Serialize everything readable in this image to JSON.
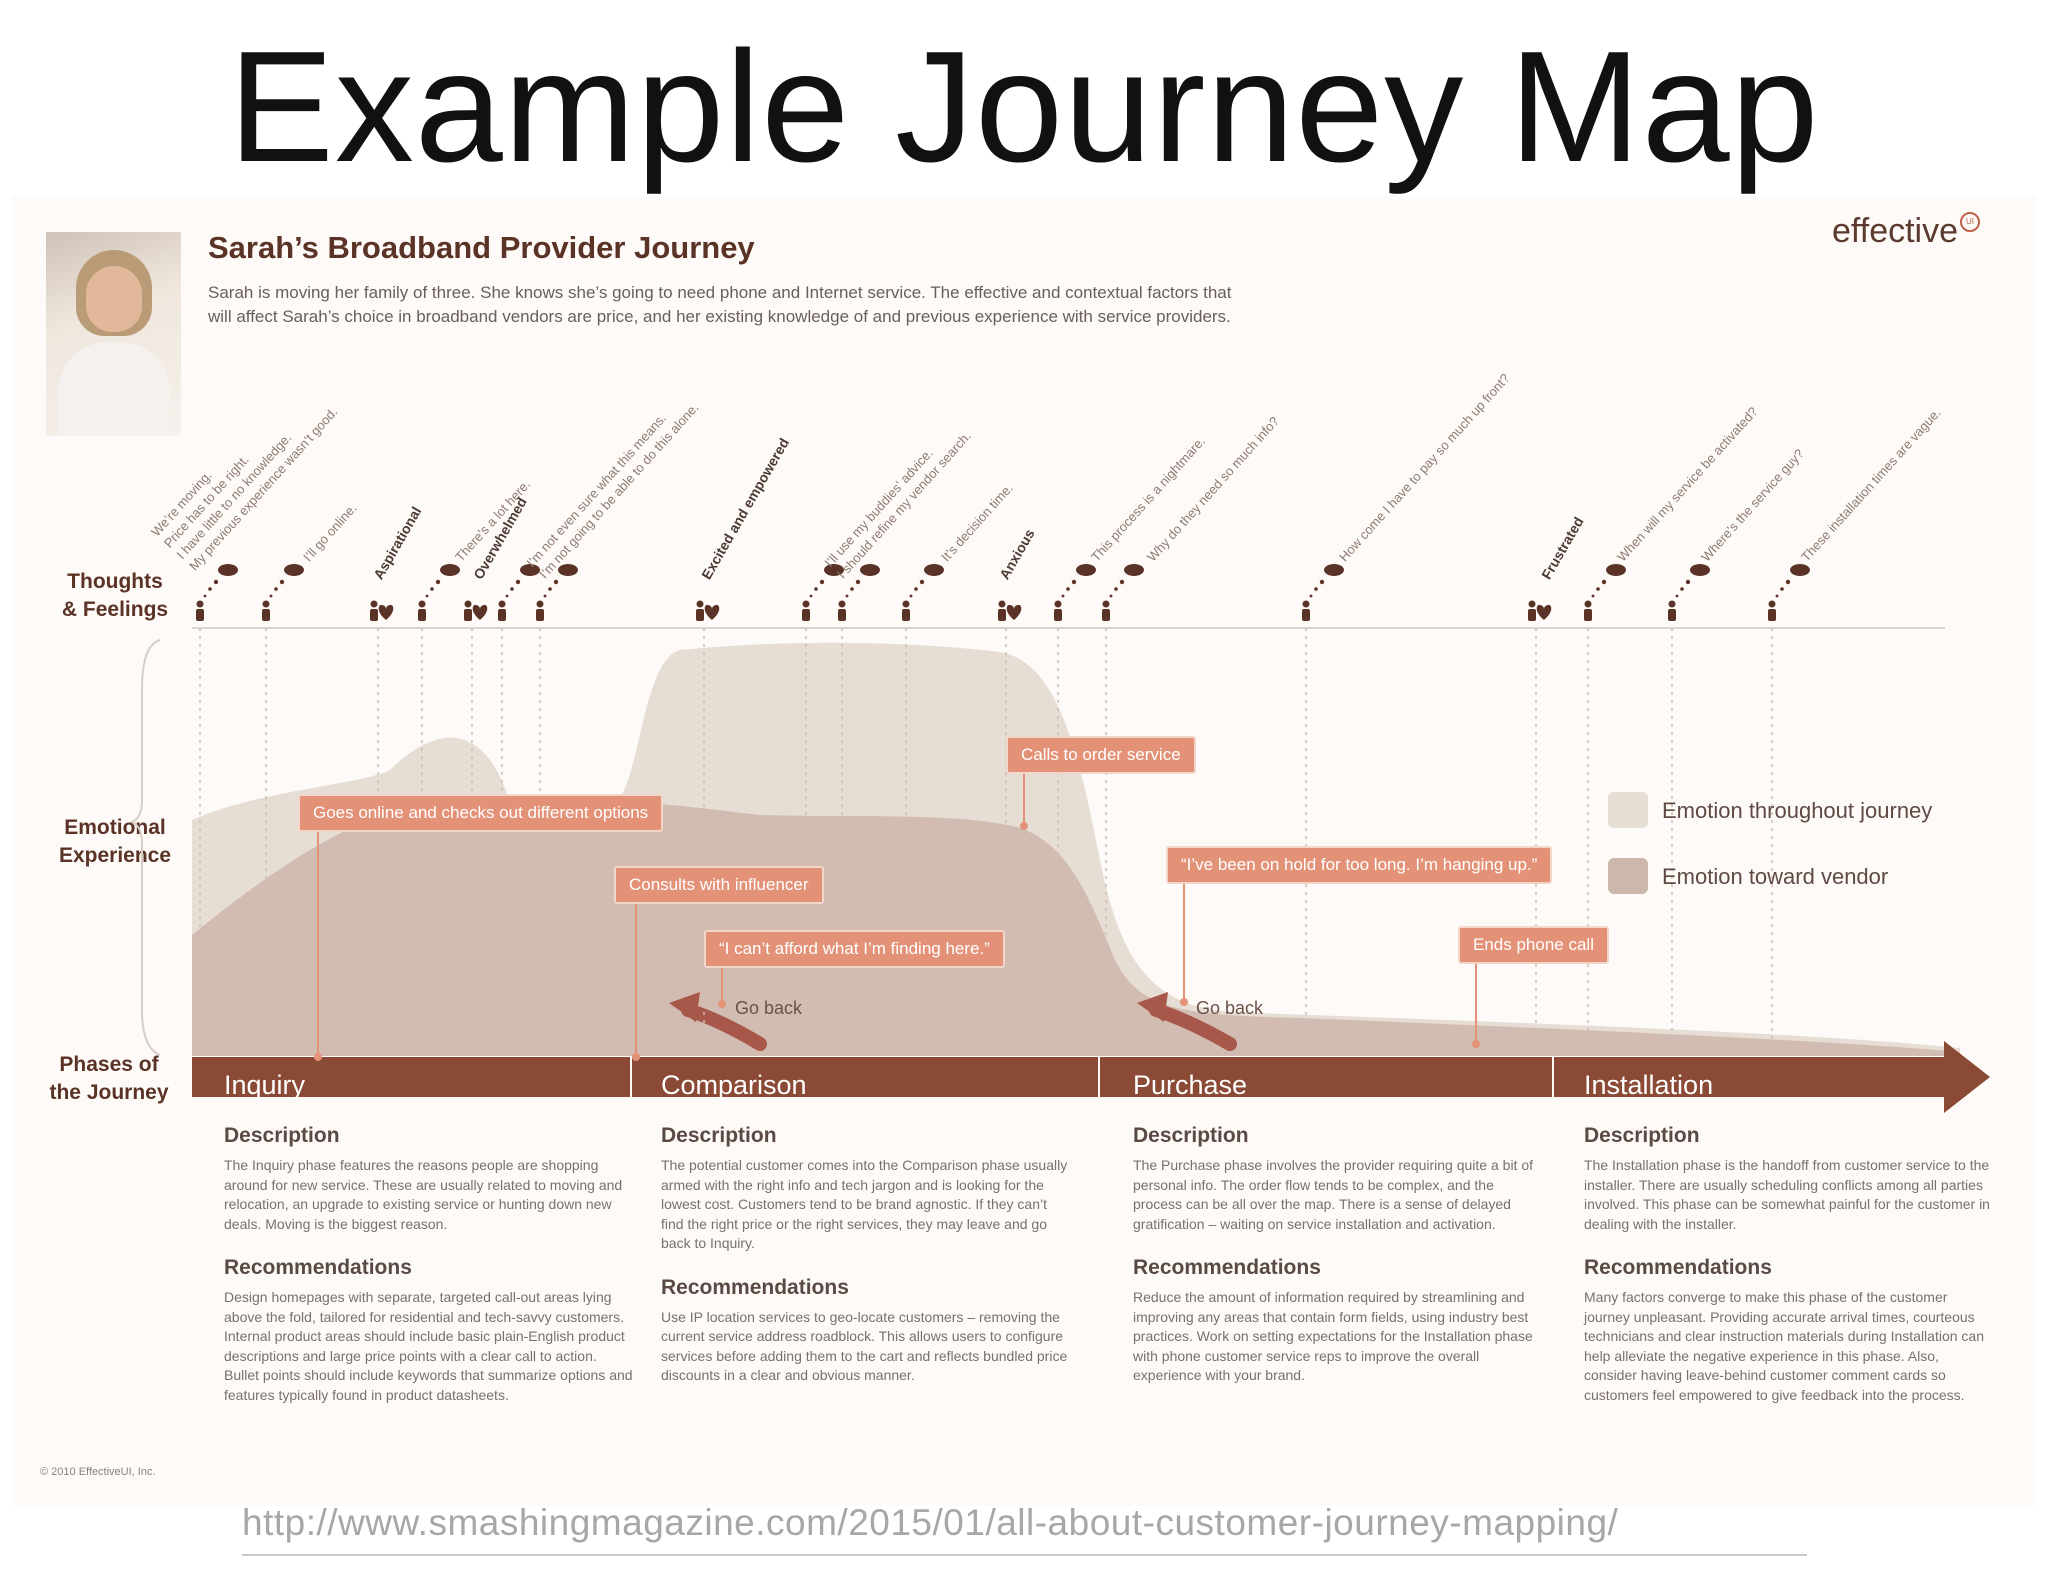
{
  "slide": {
    "title": "Example Journey Map",
    "source_url": "http://www.smashingmagazine.com/2015/01/all-about-customer-journey-mapping/"
  },
  "map": {
    "title": "Sarah’s Broadband Provider Journey",
    "intro": "Sarah is moving her family of three. She knows she’s going to need phone and Internet service. The effective and contextual factors that will affect Sarah’s choice in broadband vendors are price, and her existing knowledge of and previous experience with service providers.",
    "brand": "effective",
    "brand_mark": "UI",
    "copyright": "© 2010 EffectiveUI, Inc.",
    "photo_icon": "persona-photo"
  },
  "row_labels": {
    "thoughts_1": "Thoughts",
    "thoughts_2": "& Feelings",
    "emotional_1": "Emotional",
    "emotional_2": "Experience",
    "phases_1": "Phases of",
    "phases_2": "the Journey"
  },
  "thoughts": [
    [
      "We’re moving.",
      "Price has to be right.",
      "I have little to no knowledge.",
      "My previous experience wasn’t good."
    ],
    [
      "I’ll go online."
    ],
    [
      "There’s a lot here."
    ],
    [
      "I’m not even sure what this means.",
      "I’m not going to be able to do this alone."
    ],
    [
      "I’ll use my buddies’ advice.",
      "I should refine my vendor search."
    ],
    [
      "It’s decision time."
    ],
    [
      "This process is a nightmare."
    ],
    [
      "Why do they need so much info?"
    ],
    [
      "How come I have to pay so much up front?"
    ],
    [
      "When will my service be activated?"
    ],
    [
      "Where’s the service guy?"
    ],
    [
      "These installation times are vague."
    ]
  ],
  "feelings": [
    "Aspirational",
    "Overwhelmed",
    "Excited and empowered",
    "Anxious",
    "Frustrated"
  ],
  "callouts": {
    "goes_online": "Goes online and checks out different options",
    "consults": "Consults with influencer",
    "cant_afford": "“I can’t afford what I’m finding here.”",
    "calls": "Calls to order service",
    "on_hold": "“I’ve been on hold for too long. I’m hanging up.”",
    "ends_call": "Ends phone call"
  },
  "go_back": "Go back",
  "legend": {
    "throughout": "Emotion throughout journey",
    "vendor": "Emotion toward vendor",
    "throughout_color": "#e6ddd4",
    "vendor_color": "#cdb6aa"
  },
  "colors": {
    "accent": "#e39278",
    "phase_bar": "#8a4a35",
    "title_brown": "#5a3326"
  },
  "phases": [
    {
      "name": "Inquiry",
      "desc_title": "Description",
      "desc": "The Inquiry phase features the reasons people are shopping around for new service. These are usually related to moving and relocation, an upgrade to existing service or hunting down new deals. Moving is the biggest reason.",
      "rec_title": "Recommendations",
      "rec": "Design homepages with separate, targeted call-out areas lying above the fold, tailored for residential and tech-savvy customers. Internal product areas should include basic plain-English product descriptions and large price points with a clear call to action. Bullet points should include keywords that summarize options and features typically found in product datasheets."
    },
    {
      "name": "Comparison",
      "desc_title": "Description",
      "desc": "The potential customer comes into the Comparison phase usually armed with the right info and tech jargon and is looking for the lowest cost. Customers tend to be brand agnostic. If they can’t find the right price or the right services, they may leave and go back to Inquiry.",
      "rec_title": "Recommendations",
      "rec": "Use IP location services to geo-locate customers – removing the current service address roadblock. This allows users to configure services before adding them to the cart and reflects bundled price discounts in a clear and obvious manner."
    },
    {
      "name": "Purchase",
      "desc_title": "Description",
      "desc": "The Purchase phase involves the provider requiring quite a bit of personal info. The order flow tends to be complex, and the process can be all over the map. There is a sense of delayed gratification – waiting on service installation and activation.",
      "rec_title": "Recommendations",
      "rec": "Reduce the amount of information required by streamlining and improving any areas that contain form fields, using industry best practices. Work on setting expectations for the Installation phase with phone customer service reps to improve the overall experience with your brand."
    },
    {
      "name": "Installation",
      "desc_title": "Description",
      "desc": "The Installation phase is the handoff from customer service to the installer. There are usually scheduling conflicts among all parties involved. This phase can be somewhat painful for the customer in dealing with the installer.",
      "rec_title": "Recommendations",
      "rec": "Many factors converge to make this phase of the customer journey unpleasant. Providing accurate arrival times, courteous technicians and clear instruction materials during Installation can help alleviate the negative experience in this phase. Also, consider having leave-behind customer comment cards so customers feel empowered to give feedback into the process."
    }
  ]
}
